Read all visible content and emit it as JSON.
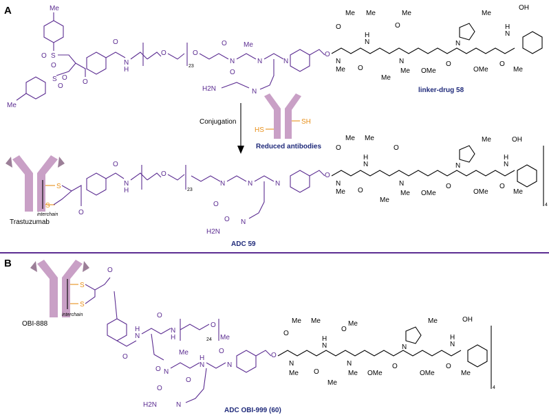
{
  "panels": {
    "a": "A",
    "b": "B"
  },
  "labels": {
    "linker_drug": "linker-drug 58",
    "conjugation": "Conjugation",
    "reduced_antibodies": "Reduced antibodies",
    "trastuzumab": "Trastuzumab",
    "interchain_a": "interchain",
    "adc59": "ADC 59",
    "obi888": "OBI-888",
    "interchain_b": "interchain",
    "adc_obi999": "ADC OBI-999 (60)"
  },
  "subscripts": {
    "peg23_top": "23",
    "peg23_mid": "23",
    "peg24": "24",
    "dar_a": "4",
    "dar_b": "4"
  },
  "atoms": {
    "me": "Me",
    "s": "S",
    "o": "O",
    "n": "N",
    "h": "H",
    "oh": "OH",
    "ome": "OMe",
    "sh": "SH",
    "hs": "HS",
    "h2n": "H2N"
  },
  "colors": {
    "linker": "#5b2c91",
    "thiol": "#e8901a",
    "antibody": "#c9a0c6",
    "caption": "#1f2a7a",
    "divider": "#5b2c91"
  }
}
